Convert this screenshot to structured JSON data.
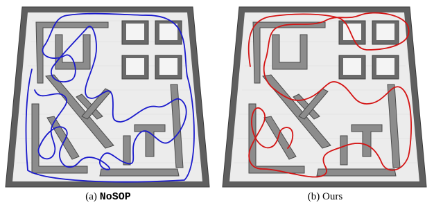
{
  "panels": [
    {
      "label": "(a)",
      "name": "NoSOP",
      "name_style": "mono",
      "path_color": "#1a1acc"
    },
    {
      "label": "(b)",
      "name": "Ours",
      "name_style": "plain",
      "path_color": "#d41414"
    }
  ],
  "colors": {
    "floor": "#ececec",
    "wall_top": "#9a9a9a",
    "wall_side": "#5d5d5d",
    "wall_edge": "#3e3e3e"
  }
}
